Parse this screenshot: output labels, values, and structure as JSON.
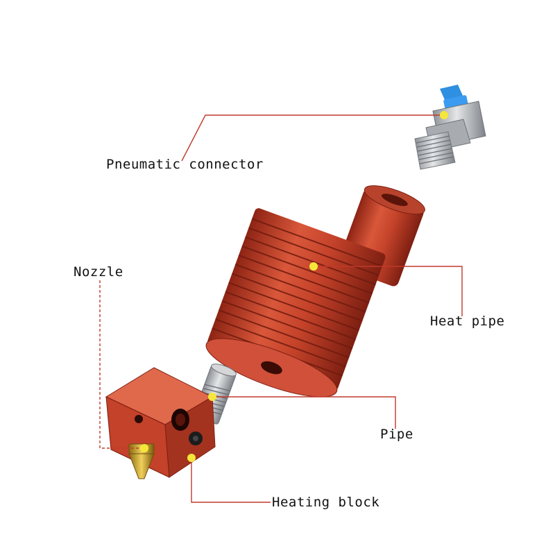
{
  "labels": {
    "pneumatic_connector": "Pneumatic connector",
    "nozzle": "Nozzle",
    "heat_pipe": "Heat pipe",
    "pipe": "Pipe",
    "heating_block": "Heating block"
  },
  "colors": {
    "leader_line": "#c0392b",
    "marker_dot": "#f5e63a",
    "anodized_red": "#c8442a",
    "brass": "#c9a227",
    "steel": "#b9bcc0",
    "connector_cap": "#2f8fe0"
  },
  "icons": {
    "marker": "yellow-dot"
  }
}
